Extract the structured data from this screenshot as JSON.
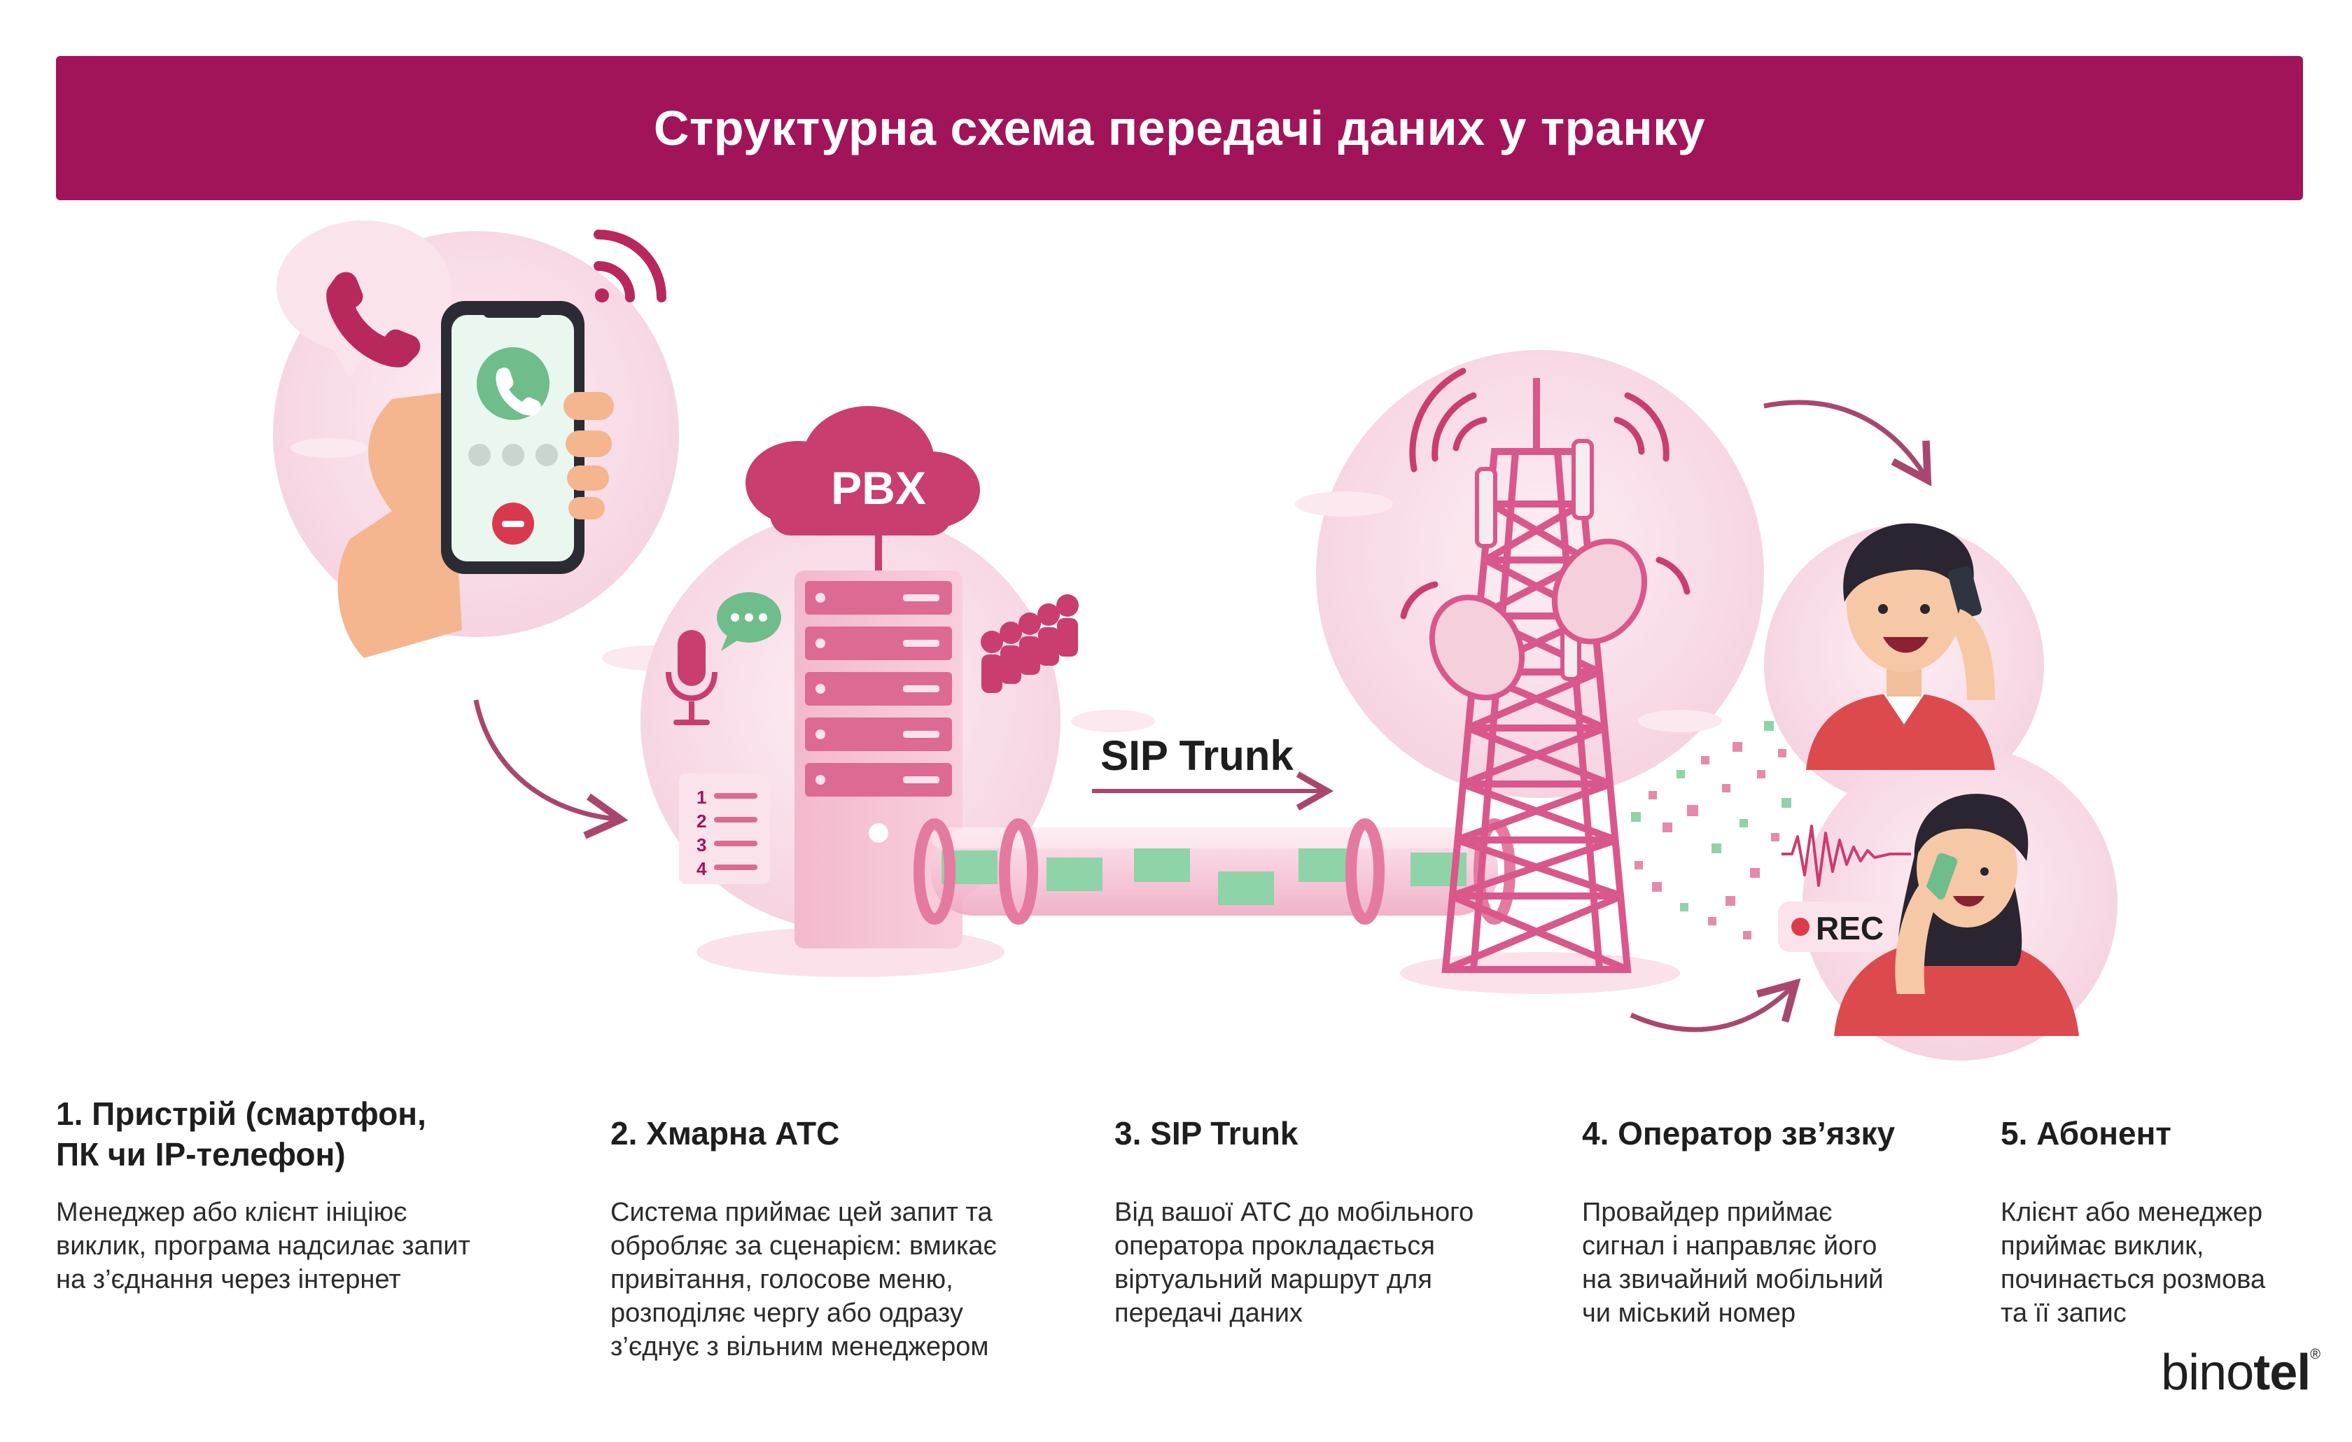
{
  "title": "Структурна схема передачі даних у транку",
  "diagram": {
    "pbx_label": "PBX",
    "sip_trunk_label": "SIP Trunk",
    "rec_label": "REC",
    "list_numbers": [
      "1",
      "2",
      "3",
      "4"
    ]
  },
  "steps": [
    {
      "title_lines": [
        "1. Пристрій (смартфон,",
        "ПК чи IP-телефон)"
      ],
      "desc_lines": [
        "Менеджер або клієнт ініціює",
        "виклик, програма надсилає запит",
        "на з’єднання через інтернет"
      ]
    },
    {
      "title_lines": [
        "2. Хмарна АТС"
      ],
      "desc_lines": [
        "Система приймає цей запит та",
        "обробляє за сценарієм: вмикає",
        "привітання, голосове меню,",
        "розподіляє чергу або одразу",
        "з’єднує з вільним менеджером"
      ]
    },
    {
      "title_lines": [
        "3. SIP Trunk"
      ],
      "desc_lines": [
        "Від вашої АТС до мобільного",
        "оператора прокладається",
        "віртуальний маршрут для",
        "передачі даних"
      ]
    },
    {
      "title_lines": [
        "4. Оператор зв’язку"
      ],
      "desc_lines": [
        "Провайдер приймає",
        "сигнал і направляє його",
        "на звичайний мобільний",
        "чи міський номер"
      ]
    },
    {
      "title_lines": [
        "5. Абонент"
      ],
      "desc_lines": [
        "Клієнт або менеджер",
        "приймає виклик,",
        "починається розмова",
        "та її запис"
      ]
    }
  ],
  "logo": {
    "light": "bino",
    "bold": "tel",
    "mark": "®"
  },
  "colors": {
    "brand": "#a11459",
    "pink_soft": "#f8dbe6",
    "pink_mid": "#e58aac",
    "green": "#8fd3a8"
  },
  "icons": [
    "phone-icon",
    "wifi-signal-icon",
    "cloud-icon",
    "server-icon",
    "microphone-icon",
    "chat-bubble-icon",
    "people-queue-icon",
    "list-menu-icon",
    "pipe-icon",
    "tower-icon",
    "satellite-dish-icon",
    "data-particles-icon",
    "sound-wave-icon",
    "man-avatar-icon",
    "woman-avatar-icon",
    "arrow-icon"
  ]
}
